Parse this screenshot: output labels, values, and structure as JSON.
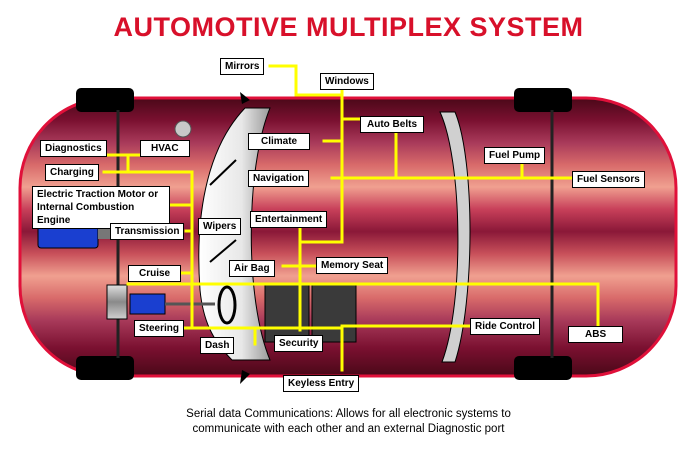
{
  "title": "AUTOMOTIVE MULTIPLEX SYSTEM",
  "labels": {
    "mirrors": "Mirrors",
    "windows": "Windows",
    "diagnostics": "Diagnostics",
    "hvac": "HVAC",
    "climate": "Climate",
    "auto_belts": "Auto Belts",
    "fuel_pump": "Fuel Pump",
    "charging": "Charging",
    "navigation": "Navigation",
    "fuel_sensors": "Fuel Sensors",
    "engine": "Electric Traction Motor or Internal Combustion Engine",
    "entertainment": "Entertainment",
    "wipers": "Wipers",
    "transmission": "Transmission",
    "memory_seat": "Memory Seat",
    "air_bag": "Air Bag",
    "cruise": "Cruise",
    "steering": "Steering",
    "ride_control": "Ride Control",
    "abs": "ABS",
    "security": "Security",
    "dash": "Dash",
    "keyless_entry": "Keyless Entry"
  },
  "caption": {
    "line1": "Serial data Communications:   Allows for all electronic systems  to",
    "line2": "communicate with each other and an external Diagnostic port"
  },
  "colors": {
    "title": "#d8102a",
    "bus": "#ffff00",
    "car_outline": "#e0103a",
    "motor": "#1a3fd0"
  }
}
